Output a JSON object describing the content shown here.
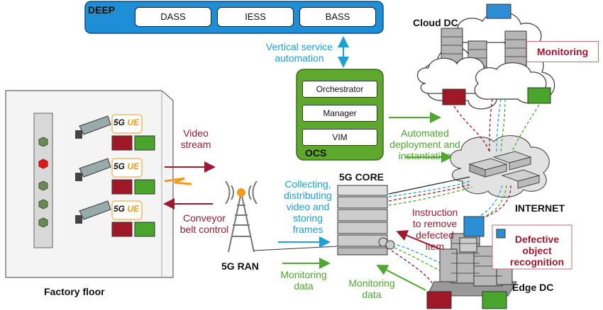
{
  "deep": {
    "title": "DEEP",
    "items": [
      "DASS",
      "IESS",
      "BASS"
    ]
  },
  "vertical_service": "Vertical service\nautomation",
  "ocs": {
    "title": "OCS",
    "items": [
      "Orchestrator",
      "Manager",
      "VIM"
    ]
  },
  "cloud_dc": {
    "title": "Cloud DC",
    "monitoring": "Monitoring"
  },
  "automated_deployment": "Automated\ndeployment and\ninstantiation",
  "internet": "INTERNET",
  "factory": {
    "title": "Factory floor",
    "ue_label": "UE",
    "ue_prefix": "5G"
  },
  "video_stream": "Video\nstream",
  "conveyor": "Conveyor\nbelt control",
  "ran": "5G RAN",
  "core": "5G CORE",
  "collecting": "Collecting,\ndistributing\nvideo and\nstoring\nframes",
  "instruction": "Instruction\nto remove\ndefected\nitem",
  "defective": "Defective\nobject\nrecognition",
  "monitoring_data_1": "Monitoring\ndata",
  "monitoring_data_2": "Monitoring\ndata",
  "edge_dc": "Edge DC",
  "colors": {
    "deep_blue": "#1e8fd6",
    "ocs_green": "#5ea82e",
    "accent_red": "#9b1b30",
    "arrow_blue": "#1ea0d6",
    "arrow_green": "#4ea72e"
  }
}
